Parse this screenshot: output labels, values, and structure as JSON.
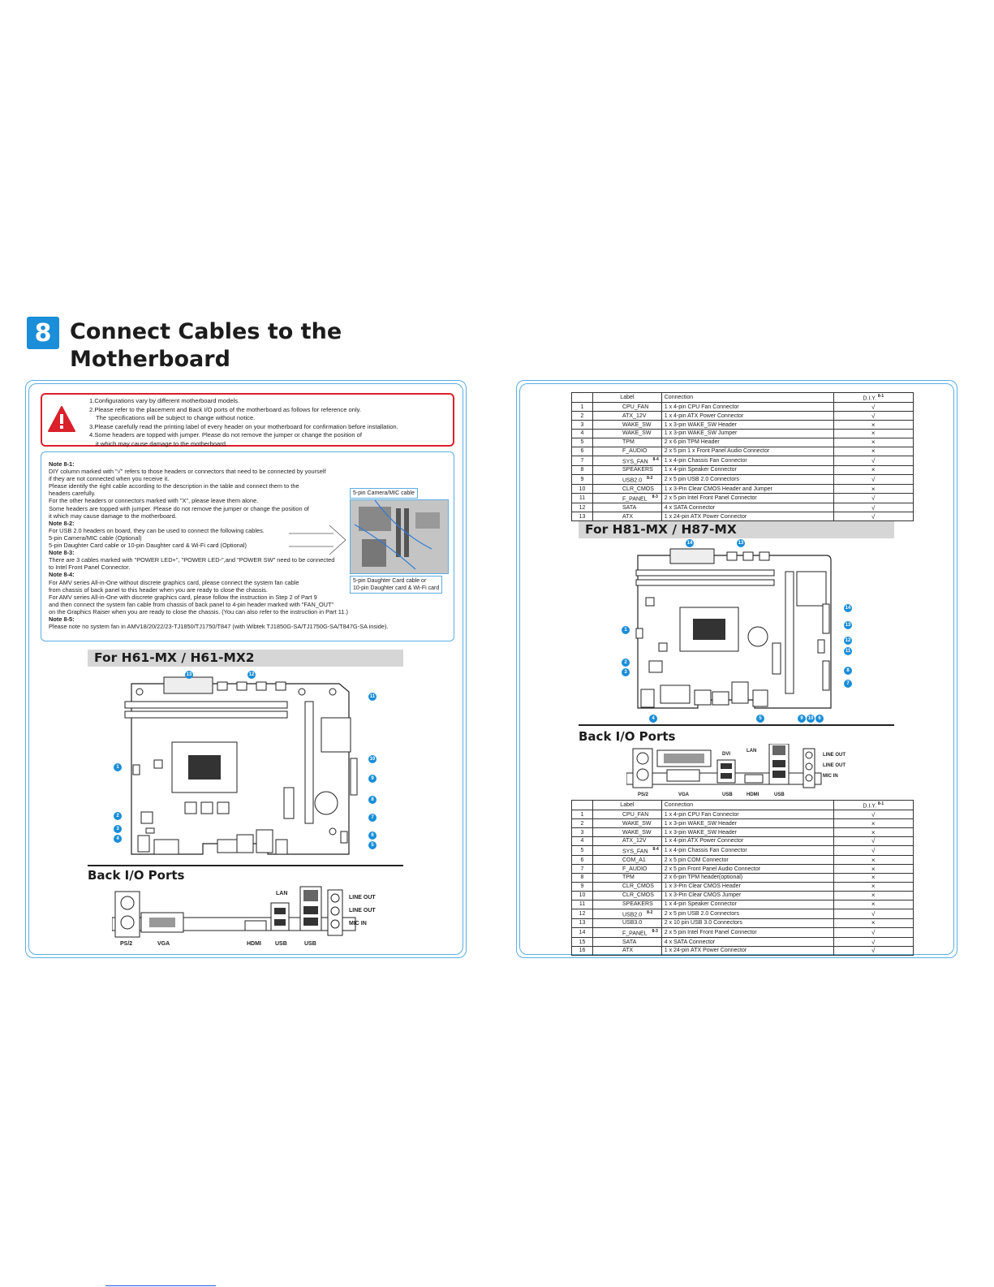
{
  "header": {
    "step_number": "8",
    "title_line1": "Connect Cables to the",
    "title_line2": "Motherboard"
  },
  "warning": {
    "lines": [
      "1.Configurations vary by different motherboard models.",
      "2.Please refer to the placement and Back I/O ports of the motherboard as follows for reference only.",
      "   The specifications will be subject to change without notice.",
      "3.Please carefully read the printing label of every header on your motherboard for confirmation before installation.",
      "4.Some headers are topped with jumper. Please do not remove the jumper or change the position of",
      "   it which may cause damage to the motherboard."
    ]
  },
  "notes": {
    "n1_title": "Note 8-1:",
    "n1_lines": [
      "DIY column marked with \"√\" refers to those headers or connectors that need to be connected by yourself",
      "if they are not connected when you receive it.",
      "Please identify the right cable according to the description in the table and connect them to the",
      "headers carefully.",
      "For the other headers or connectors marked with \"X\", please leave them alone.",
      "Some headers are topped with jumper. Please do not remove the jumper or change the position of",
      "it which may cause damage to the motherboard."
    ],
    "n2_title": "Note 8-2:",
    "n2_lines": [
      "For USB 2.0 headers on board, they can be used to connect the following cables.",
      "5-pin Camera/MIC cable (Optional)",
      "5-pin Daughter Card cable or 10-pin Daughter card & Wi-Fi card (Optional)"
    ],
    "n3_title": "Note 8-3:",
    "n3_lines": [
      "There are 3 cables marked with \"POWER LED+\", \"POWER LED-\",and \"POWER SW\" need to be connected",
      "to Intel Front Panel Connector."
    ],
    "n4_title": "Note 8-4:",
    "n4_lines": [
      "For AMV series All-in-One without discrete graphics card, please connect the system fan cable",
      "from chassis of back panel to this header when you are ready to close the chassis.",
      "For AMV series All-in-One with discrete graphics card, please follow the instruction in Step 2 of Part 9",
      "and then connect the system fan cable from chassis of back panel to 4-pin header marked with \"FAN_OUT\"",
      "on the Graphics Raiser when you are ready to close the chassis. (You can also refer to the instruction in Part 11.)"
    ],
    "n5_title": "Note 8-5:",
    "n5_lines": [
      "Please note no system fan in AMV18/20/22/23-TJ1850/TJ1750/T847 (with Wibtek TJ1850G-SA/TJ1750G-SA/T847G-SA inside)."
    ],
    "camera_label": "5-pin Camera/MIC cable",
    "daughter_label_1": "5-pin Daughter Card cable or",
    "daughter_label_2": "10-pin Daughter card & Wi-Fi card"
  },
  "sections": {
    "h61": "For H61-MX / H61-MX2",
    "h81": "For H81-MX / H87-MX",
    "back_io": "Back I/O Ports"
  },
  "ports_left": {
    "ps2": "PS/2",
    "vga": "VGA",
    "hdmi": "HDMI",
    "usb1": "USB",
    "usb2": "USB",
    "lan": "LAN",
    "line_out1": "LINE OUT",
    "line_out2": "LINE OUT",
    "mic_in": "MIC IN"
  },
  "ports_right": {
    "ps2": "PS/2",
    "vga": "VGA",
    "dvi": "DVI",
    "usb1": "USB",
    "hdmi": "HDMI",
    "usb2": "USB",
    "lan": "LAN",
    "line_out1": "LINE OUT",
    "line_out2": "LINE OUT",
    "mic_in": "MIC IN"
  },
  "callouts_left": [
    "13",
    "12",
    "11",
    "1",
    "10",
    "9",
    "8",
    "2",
    "7",
    "3",
    "4",
    "6",
    "5"
  ],
  "callouts_right": [
    "14",
    "13",
    "1",
    "14",
    "13",
    "12",
    "11",
    "2",
    "3",
    "8",
    "7",
    "4",
    "5",
    "9",
    "10",
    "6"
  ],
  "table_head": {
    "label": "Label",
    "connection": "Connection",
    "diy": "D.I.Y.",
    "note": "8-1"
  },
  "table_h61": [
    {
      "no": "1",
      "label": "CPU_FAN",
      "conn": "1 x 4-pin CPU Fan Connector",
      "diy": "√"
    },
    {
      "no": "2",
      "label": "ATX_12V",
      "conn": "1 x 4-pin ATX Power Connector",
      "diy": "√"
    },
    {
      "no": "3",
      "label": "WAKE_SW",
      "conn": "1 x 3-pin WAKE_SW Header",
      "diy": "×"
    },
    {
      "no": "4",
      "label": "WAKE_SW",
      "conn": "1 x 3-pin WAKE_SW Jumper",
      "diy": "×"
    },
    {
      "no": "5",
      "label": "TPM",
      "conn": "2 x 6 pin TPM Header",
      "diy": "×"
    },
    {
      "no": "6",
      "label": "F_AUDIO",
      "conn": "2 x 5 pin 1 x Front Panel Audio Connector",
      "diy": "×"
    },
    {
      "no": "7",
      "label": "SYS_FAN",
      "sup": "8-4",
      "conn": "1 x 4-pin Chassis Fan Connector",
      "diy": "√"
    },
    {
      "no": "8",
      "label": "SPEAKERS",
      "conn": "1 x 4-pin Speaker Connector",
      "diy": "×"
    },
    {
      "no": "9",
      "label": "USB2.0",
      "sup": "8-2",
      "conn": "2 x 5 pin USB 2.0 Connectors",
      "diy": "√"
    },
    {
      "no": "10",
      "label": "CLR_CMOS",
      "conn": "1 x 3-Pin Clear CMOS Header and Jumper",
      "diy": "×"
    },
    {
      "no": "11",
      "label": "F_PANEL",
      "sup": "8-3",
      "conn": "2 x 5 pin Intel Front Panel Connector",
      "diy": "√"
    },
    {
      "no": "12",
      "label": "SATA",
      "conn": "4 x SATA Connector",
      "diy": "√"
    },
    {
      "no": "13",
      "label": "ATX",
      "conn": "1 x 24-pin ATX Power Connector",
      "diy": "√"
    }
  ],
  "table_h81": [
    {
      "no": "1",
      "label": "CPU_FAN",
      "conn": "1 x 4-pin CPU Fan Connector",
      "diy": "√"
    },
    {
      "no": "2",
      "label": "WAKE_SW",
      "conn": "1 x 3-pin WAKE_SW Header",
      "diy": "×"
    },
    {
      "no": "3",
      "label": "WAKE_SW",
      "conn": "1 x 3-pin WAKE_SW Header",
      "diy": "×"
    },
    {
      "no": "4",
      "label": "ATX_12V",
      "conn": "1 x 4-pin ATX Power Connector",
      "diy": "√"
    },
    {
      "no": "5",
      "label": "SYS_FAN",
      "sup": "8-4",
      "conn": "1 x 4-pin Chassis Fan Connector",
      "diy": "√"
    },
    {
      "no": "6",
      "label": "COM_A1",
      "conn": "2 x 5 pin  COM Connector",
      "diy": "×"
    },
    {
      "no": "7",
      "label": "F_AUDIO",
      "conn": "2 x 5 pin  Front Panel Audio Connector",
      "diy": "×"
    },
    {
      "no": "8",
      "label": "TPM",
      "conn": "2 x 6-pin TPM header(optional)",
      "diy": "×"
    },
    {
      "no": "9",
      "label": "CLR_CMOS",
      "conn": "1 x 3-Pin Clear CMOS Header",
      "diy": "×"
    },
    {
      "no": "10",
      "label": "CLR_CMOS",
      "conn": "1 x 3-Pin Clear CMOS Jumper",
      "diy": "×"
    },
    {
      "no": "11",
      "label": "SPEAKERS",
      "conn": "1 x 4-pin Speaker Connector",
      "diy": "×"
    },
    {
      "no": "12",
      "label": "USB2.0",
      "sup": "8-2",
      "conn": "2 x 5 pin USB 2.0 Connectors",
      "diy": "√"
    },
    {
      "no": "13",
      "label": "USB3.0",
      "conn": "2 x 10 pin USB 3.0 Connectors",
      "diy": "×"
    },
    {
      "no": "14",
      "label": "F_PANEL",
      "sup": "8-3",
      "conn": "2 x 5 pin Intel Front Panel Connector",
      "diy": "√"
    },
    {
      "no": "15",
      "label": "SATA",
      "conn": "4 x SATA Connector",
      "diy": "√"
    },
    {
      "no": "16",
      "label": "ATX",
      "conn": "1 x 24-pin ATX Power Connector",
      "diy": "√"
    }
  ]
}
